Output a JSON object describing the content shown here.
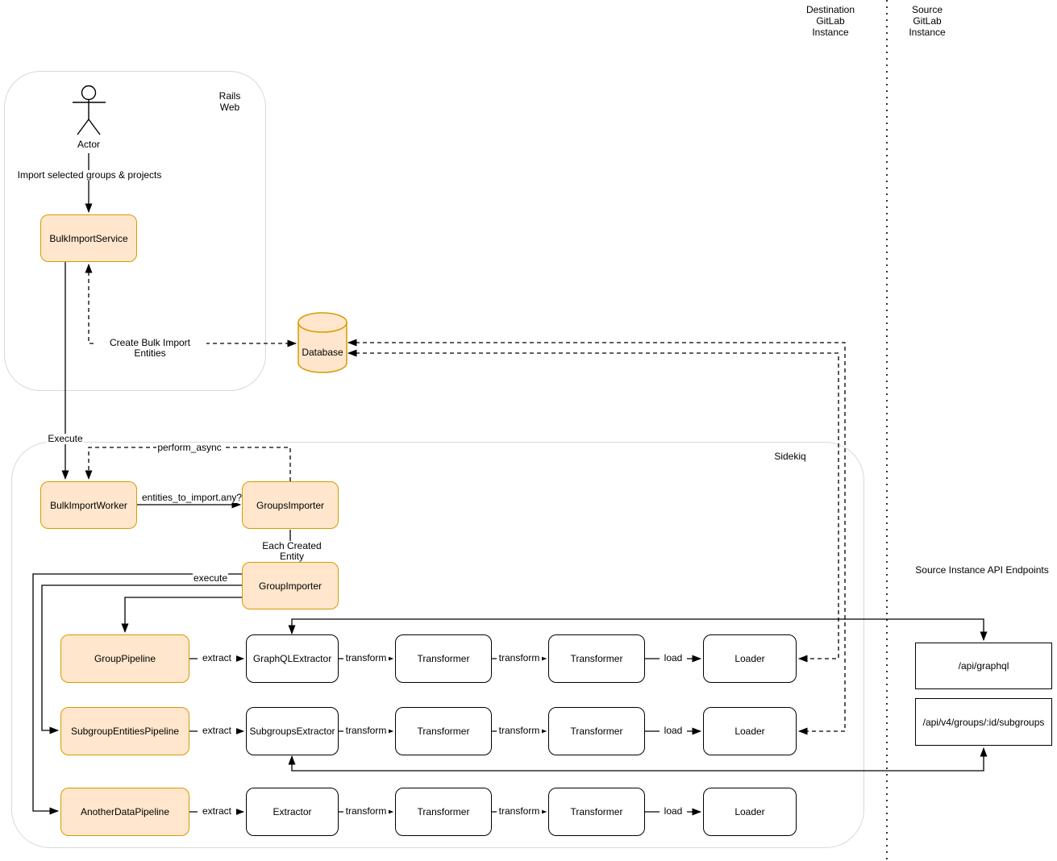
{
  "lanes": {
    "destination": "Destination\nGitLab\nInstance",
    "source": "Source\nGitLab\nInstance"
  },
  "containers": {
    "rails_web": "Rails\nWeb",
    "sidekiq": "Sidekiq"
  },
  "actor": {
    "label": "Actor"
  },
  "nodes": {
    "bulk_import_service": "BulkImportService",
    "database": "Database",
    "bulk_import_worker": "BulkImportWorker",
    "groups_importer": "GroupsImporter",
    "group_importer": "GroupImporter",
    "group_pipeline": "GroupPipeline",
    "graphql_extractor": "GraphQLExtractor",
    "subgroup_entities_pipeline": "SubgroupEntitiesPipeline",
    "subgroups_extractor": "SubgroupsExtractor",
    "another_data_pipeline": "AnotherDataPipeline",
    "extractor": "Extractor",
    "transformer": "Transformer",
    "loader": "Loader"
  },
  "endpoints": {
    "title": "Source Instance API Endpoints",
    "graphql": "/api/graphql",
    "subgroups": "/api/v4/groups/:id/subgroups"
  },
  "edge_labels": {
    "import_selected": "Import selected groups & projects",
    "create_bulk_import_entities": "Create Bulk Import Entities",
    "execute": "Execute",
    "perform_async": "perform_async",
    "entities_to_import": "entities_to_import.any?",
    "each_created_entity": "Each Created Entity",
    "execute_small": "execute",
    "extract": "extract",
    "transform": "transform",
    "load": "load"
  },
  "colors": {
    "node_fill": "#FFE6CC",
    "node_stroke": "#D79B00",
    "plain_stroke": "#000000",
    "container_stroke": "#D9D9D9"
  }
}
